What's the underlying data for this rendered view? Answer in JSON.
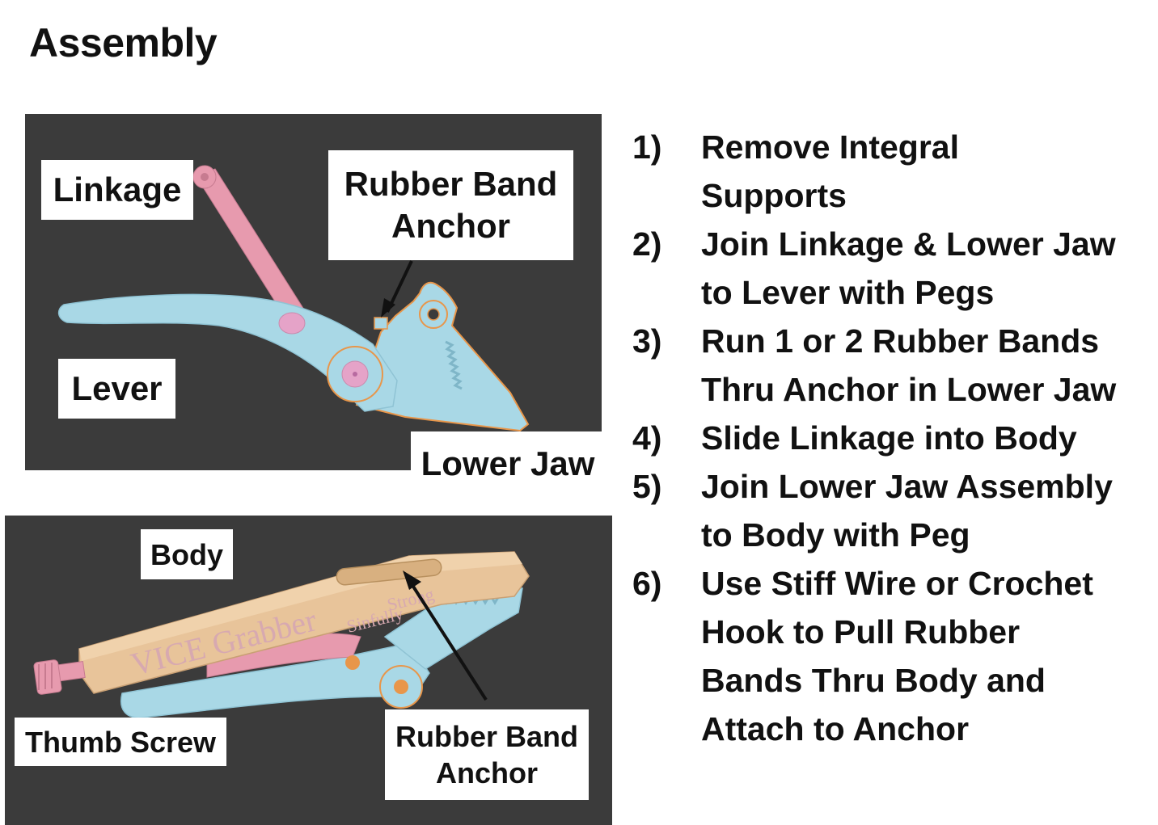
{
  "title": "Assembly",
  "top_panel": {
    "labels": {
      "linkage": "Linkage",
      "rubber_band_anchor_line1": "Rubber Band",
      "rubber_band_anchor_line2": "Anchor",
      "lever": "Lever",
      "lower_jaw": "Lower Jaw"
    }
  },
  "bottom_panel": {
    "labels": {
      "body": "Body",
      "thumb_screw": "Thumb Screw",
      "rubber_band_anchor_line1": "Rubber Band",
      "rubber_band_anchor_line2": "Anchor"
    },
    "engraving_line1": "VICE Grabber",
    "engraving_line2": "Sinfully",
    "engraving_line3": "Strong"
  },
  "steps": [
    {
      "number": "1)",
      "lines": [
        "Remove Integral",
        "Supports"
      ]
    },
    {
      "number": "2)",
      "lines": [
        "Join Linkage & Lower Jaw",
        "to Lever with Pegs"
      ]
    },
    {
      "number": "3)",
      "lines": [
        "Run 1 or 2 Rubber Bands",
        "Thru Anchor in Lower Jaw"
      ]
    },
    {
      "number": "4)",
      "lines": [
        "Slide Linkage into Body"
      ]
    },
    {
      "number": "5)",
      "lines": [
        "Join Lower Jaw Assembly",
        "to Body with Peg"
      ]
    },
    {
      "number": "6)",
      "lines": [
        "Use Stiff Wire or Crochet",
        "Hook to Pull Rubber",
        "Bands Thru Body and",
        "Attach to Anchor"
      ]
    }
  ],
  "colors": {
    "panel_background": "#3b3b3b",
    "lever_blue": "#a9d8e6",
    "linkage_pink": "#e79aae",
    "body_tan": "#e8c49a",
    "outline_orange": "#e8964a",
    "peg_pink": "#e5a3c8"
  }
}
